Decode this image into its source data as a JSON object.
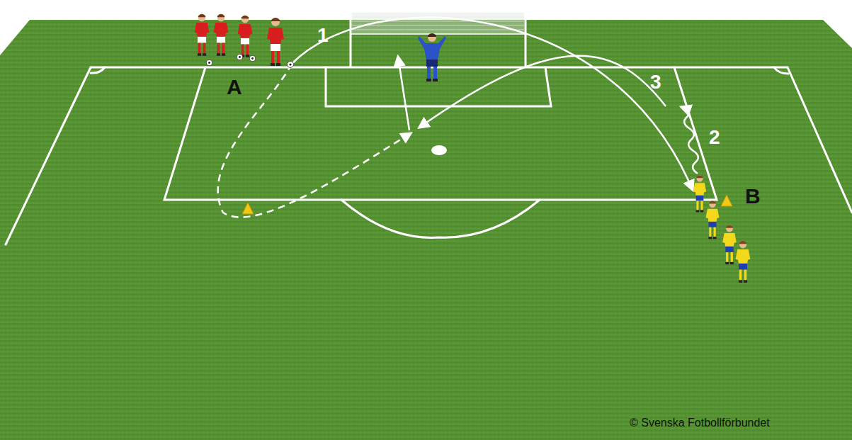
{
  "diagram": {
    "labels": [
      "1",
      "2",
      "3",
      "A",
      "B",
      "© Svenska Fotbollförbundet"
    ]
  }
}
